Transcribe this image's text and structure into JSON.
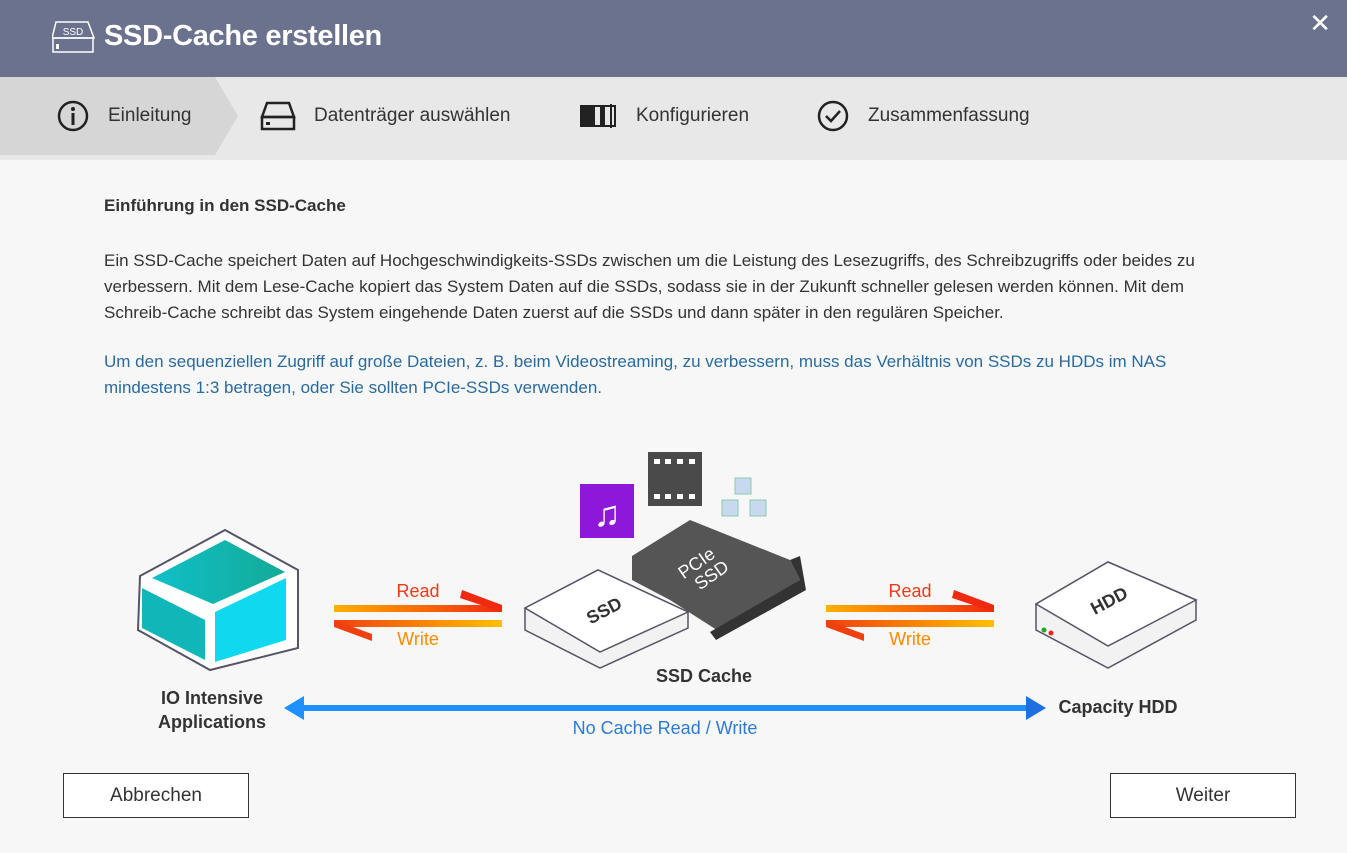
{
  "header": {
    "title": "SSD-Cache erstellen",
    "logo_text": "SSD"
  },
  "steps": [
    {
      "label": "Einleitung",
      "icon": "info-icon"
    },
    {
      "label": "Datenträger auswählen",
      "icon": "disk-icon"
    },
    {
      "label": "Konfigurieren",
      "icon": "configure-icon"
    },
    {
      "label": "Zusammenfassung",
      "icon": "check-circle-icon"
    }
  ],
  "content": {
    "heading": "Einführung in den SSD-Cache",
    "paragraph": "Ein SSD-Cache speichert Daten auf Hochgeschwindigkeits-SSDs zwischen um die Leistung des Lesezugriffs, des Schreibzugriffs oder beides zu verbessern. Mit dem Lese-Cache kopiert das System Daten auf die SSDs, sodass sie in der Zukunft schneller gelesen werden können. Mit dem Schreib-Cache schreibt das System eingehende Daten zuerst auf die SSDs und dann später in den regulären Speicher.",
    "note": "Um den sequenziellen Zugriff auf große Dateien, z. B. beim Videostreaming, zu verbessern, muss das Verhältnis von SSDs zu HDDs im NAS mindestens 1:3 betragen, oder Sie sollten PCIe-SSDs verwenden."
  },
  "diagram": {
    "app_label_1": "IO Intensive",
    "app_label_2": "Applications",
    "read": "Read",
    "write": "Write",
    "ssd": "SSD",
    "pcie_1": "PCIe",
    "pcie_2": "SSD",
    "ssd_cache": "SSD Cache",
    "hdd": "HDD",
    "capacity_hdd": "Capacity HDD",
    "no_cache": "No Cache Read / Write"
  },
  "buttons": {
    "cancel": "Abbrechen",
    "next": "Weiter"
  },
  "colors": {
    "header": "#6b728e",
    "note": "#2a6a9e",
    "arrow_blue": "#1e90ff",
    "read": "#f03a17",
    "write": "#ff8a00"
  }
}
